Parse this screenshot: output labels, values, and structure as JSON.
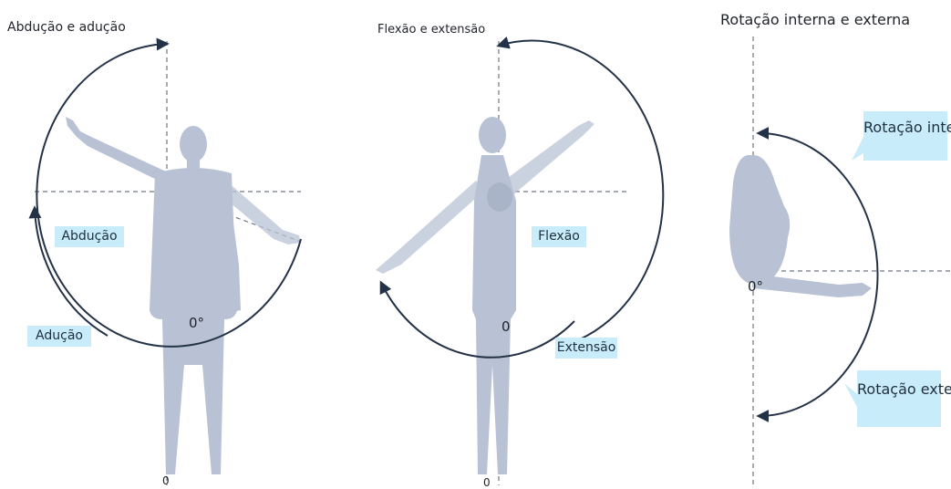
{
  "panels": {
    "abduction": {
      "title": "Abdução e adução",
      "label_abduction": "Abdução",
      "label_adduction": "Adução",
      "angle_zero": "0°",
      "angle_bottom": "0"
    },
    "flexion": {
      "title": "Flexão e extensão",
      "label_flexion": "Flexão",
      "label_extension": "Extensão",
      "angle_zero": "0",
      "angle_bottom": "0"
    },
    "rotation": {
      "title": "Rotação interna e externa",
      "label_internal": "Rotação interna",
      "label_external": "Rotação externa",
      "angle_zero": "0°"
    }
  },
  "colors": {
    "body": "#b8c2d4",
    "arc": "#243247",
    "tag_bg": "#c9ecfb",
    "dash": "#6f7784"
  }
}
